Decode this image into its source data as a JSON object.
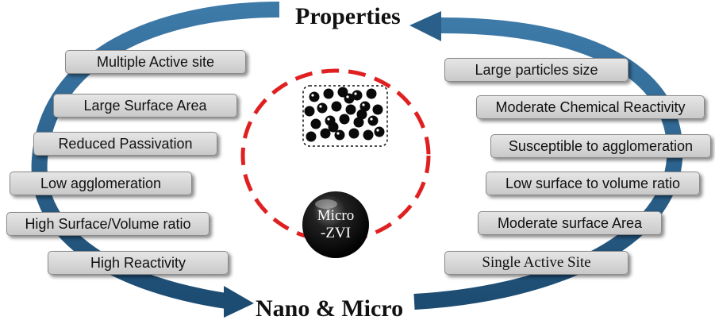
{
  "titles": {
    "top": "Properties",
    "bottom": "Nano & Micro"
  },
  "left_items": [
    "Multiple Active site",
    "Large Surface Area",
    "Reduced Passivation",
    "Low agglomeration",
    "High Surface/Volume ratio",
    "High Reactivity"
  ],
  "right_items": [
    "Large particles size",
    "Moderate Chemical Reactivity",
    "Susceptible to agglomeration",
    "Low surface to volume ratio",
    "Moderate surface Area",
    "Single Active Site"
  ],
  "center": {
    "micro_line1": "Micro",
    "micro_line2": "-ZVI"
  },
  "colors": {
    "arrow": "#2a5f8a",
    "dashed_circle": "#e02020",
    "sphere": "#111111"
  }
}
